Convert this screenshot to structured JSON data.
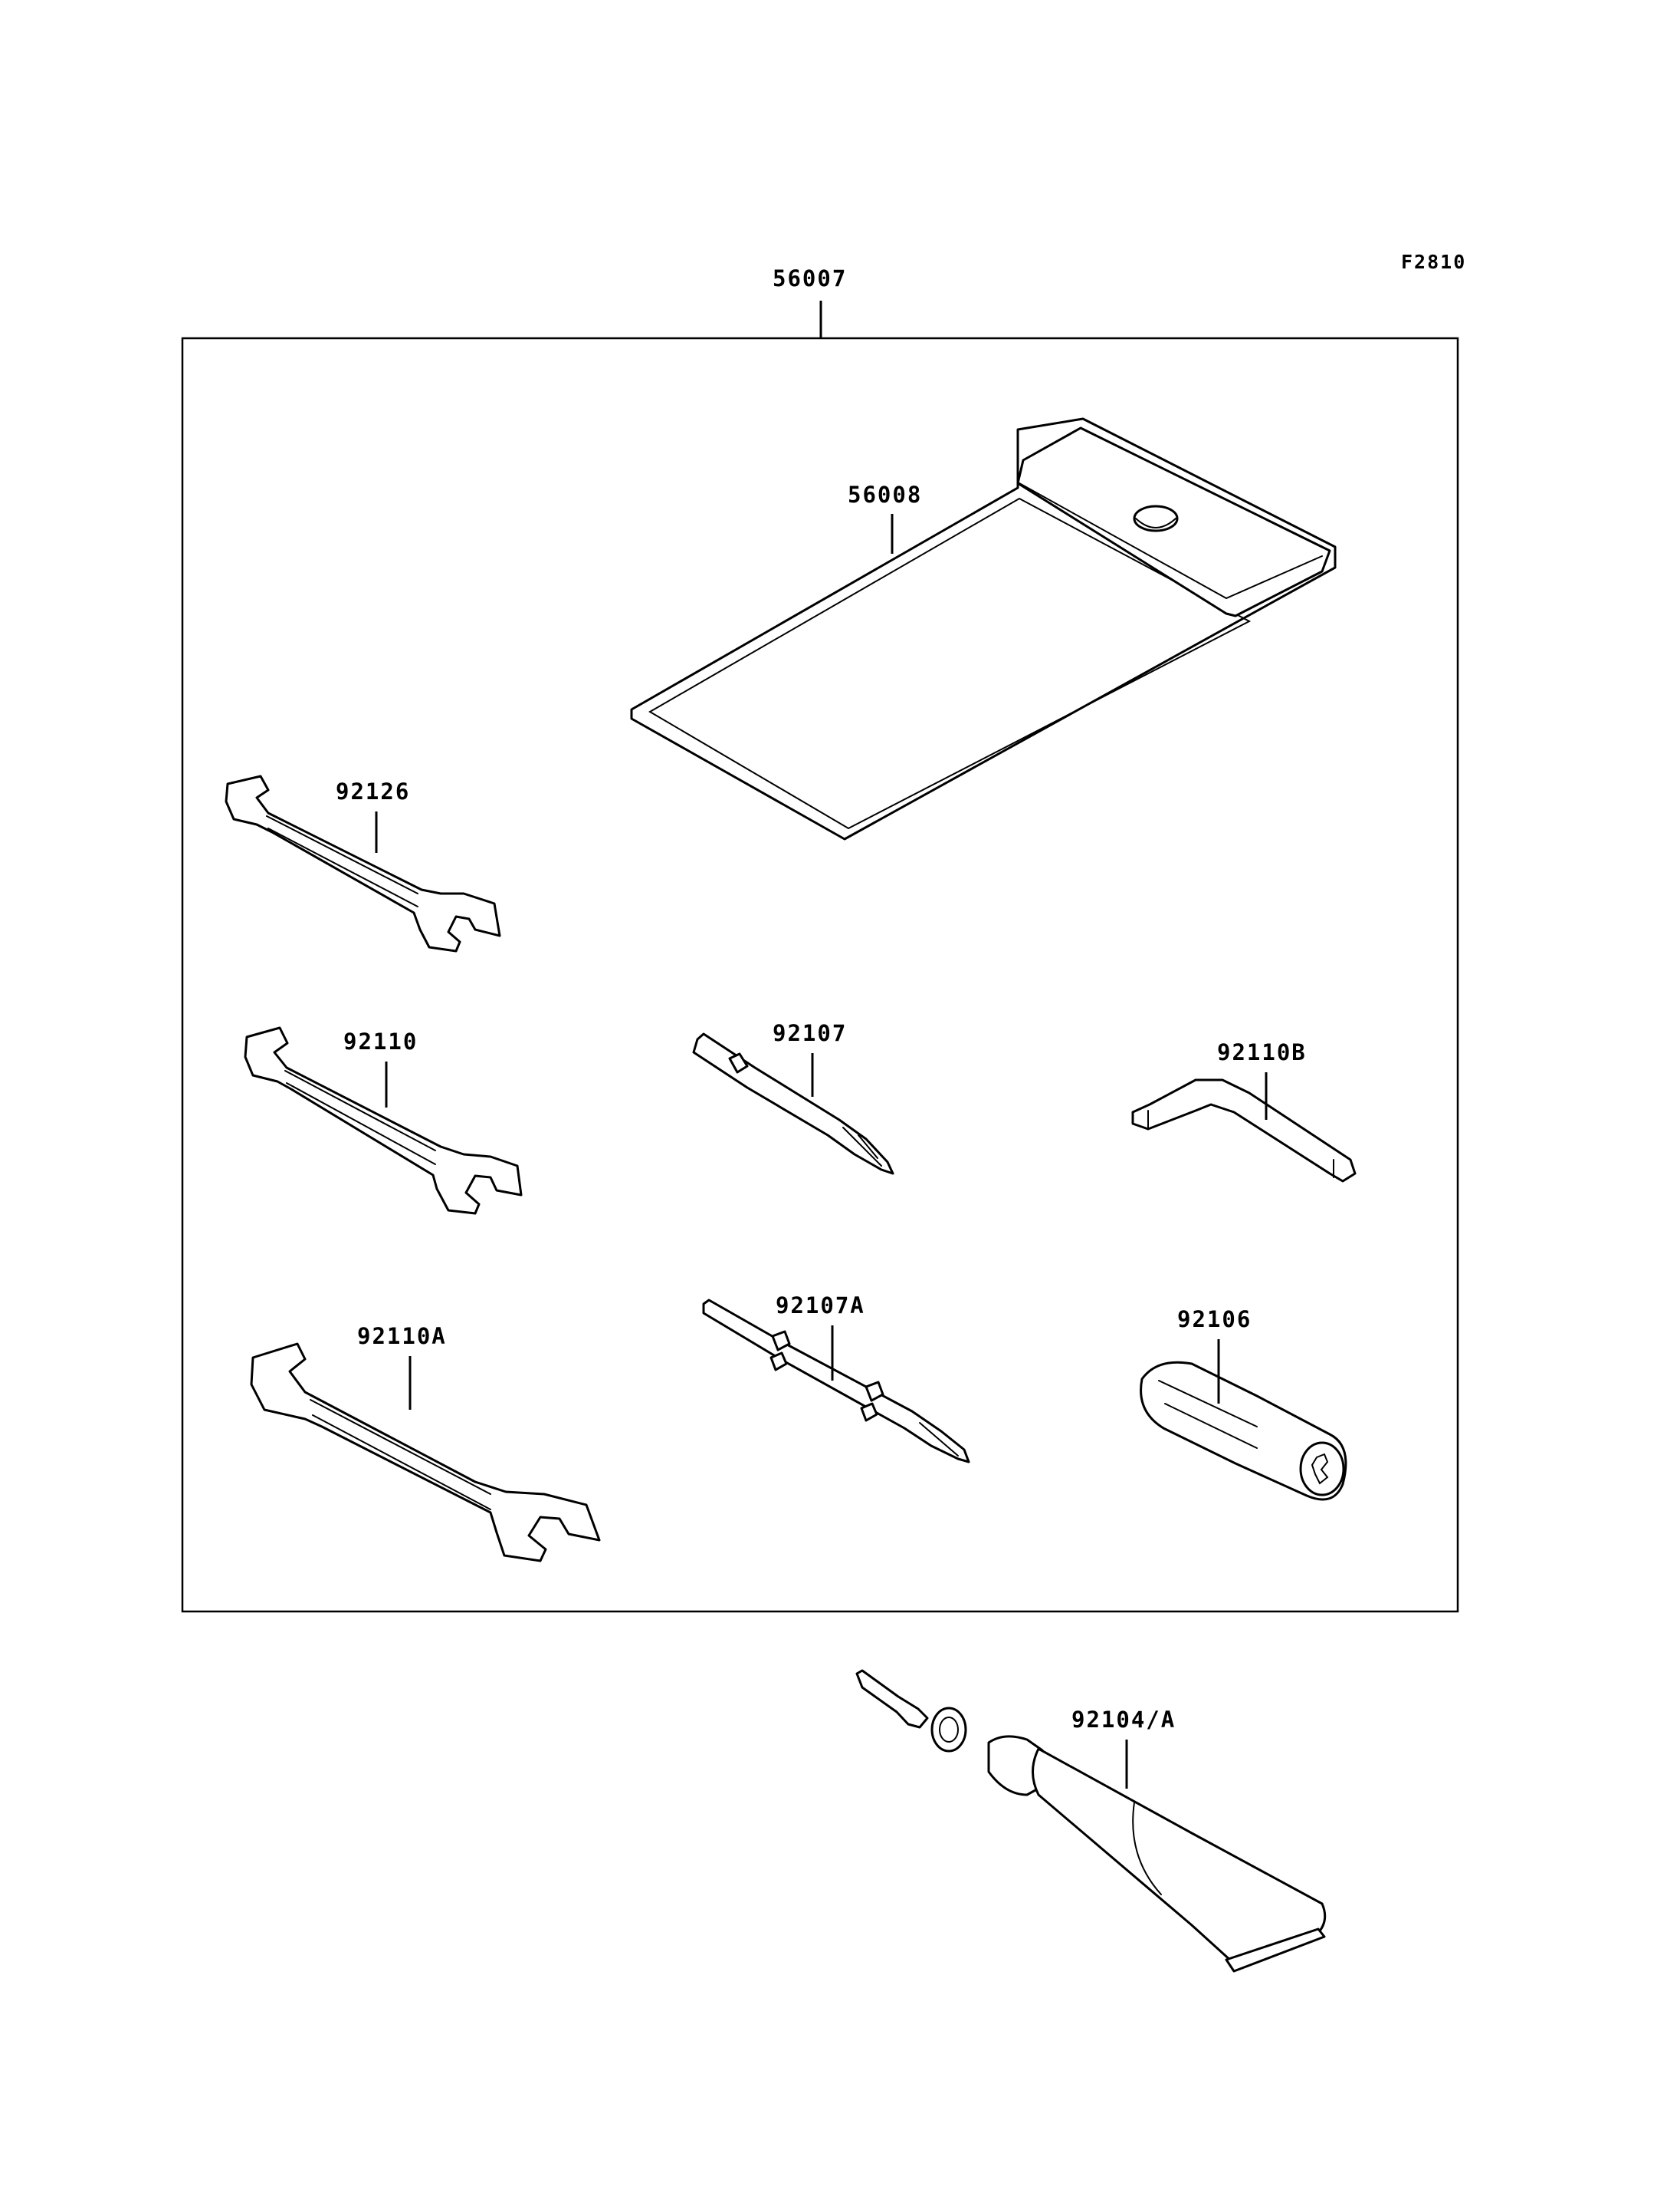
{
  "figure_code": "F2810",
  "assembly": {
    "part_no": "56007"
  },
  "parts": [
    {
      "id": "pouch",
      "part_no": "56008"
    },
    {
      "id": "wrench-small",
      "part_no": "92126"
    },
    {
      "id": "wrench-medium",
      "part_no": "92110"
    },
    {
      "id": "wrench-large",
      "part_no": "92110A"
    },
    {
      "id": "screwdriver-bit",
      "part_no": "92107"
    },
    {
      "id": "screwdriver-double",
      "part_no": "92107A"
    },
    {
      "id": "hex-key",
      "part_no": "92110B"
    },
    {
      "id": "handle",
      "part_no": "92106"
    },
    {
      "id": "grease-tube",
      "part_no": "92104/A"
    }
  ]
}
